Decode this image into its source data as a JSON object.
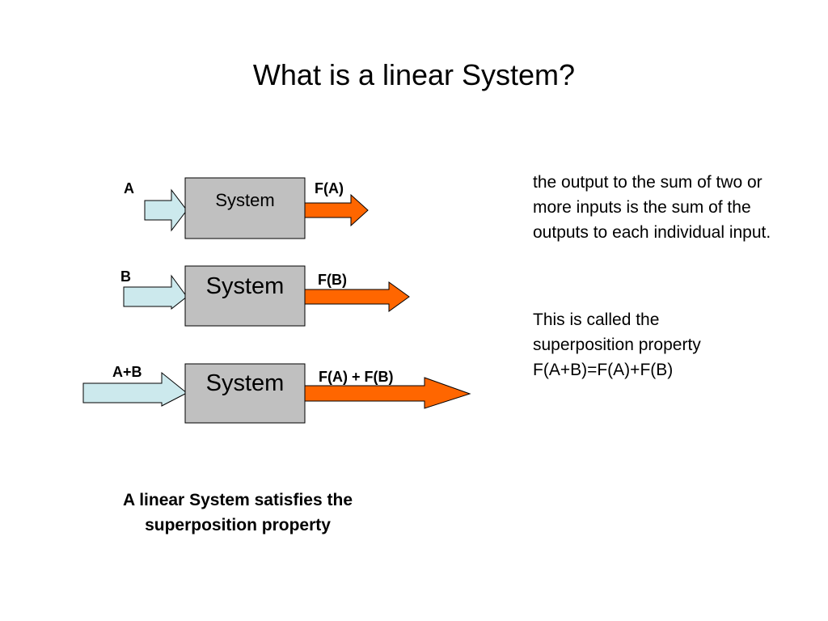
{
  "title": "What is a linear System?",
  "colors": {
    "input_arrow": "#cce9ed",
    "output_arrow": "#ff6600",
    "box_fill": "#c0c0c0"
  },
  "rows": [
    {
      "input_label": "A",
      "box_label": "System",
      "output_label": "F(A)"
    },
    {
      "input_label": "B",
      "box_label": "System",
      "output_label": "F(B)"
    },
    {
      "input_label": "A+B",
      "box_label": "System",
      "output_label": "F(A) + F(B)"
    }
  ],
  "explanation": {
    "paragraph1": "the output to the sum of two or more inputs is the sum of the outputs to each individual input.",
    "paragraph2_lines": [
      "This is called the",
      "superposition property",
      "F(A+B)=F(A)+F(B)"
    ]
  },
  "caption_lines": [
    "A linear System satisfies the",
    "superposition property"
  ]
}
